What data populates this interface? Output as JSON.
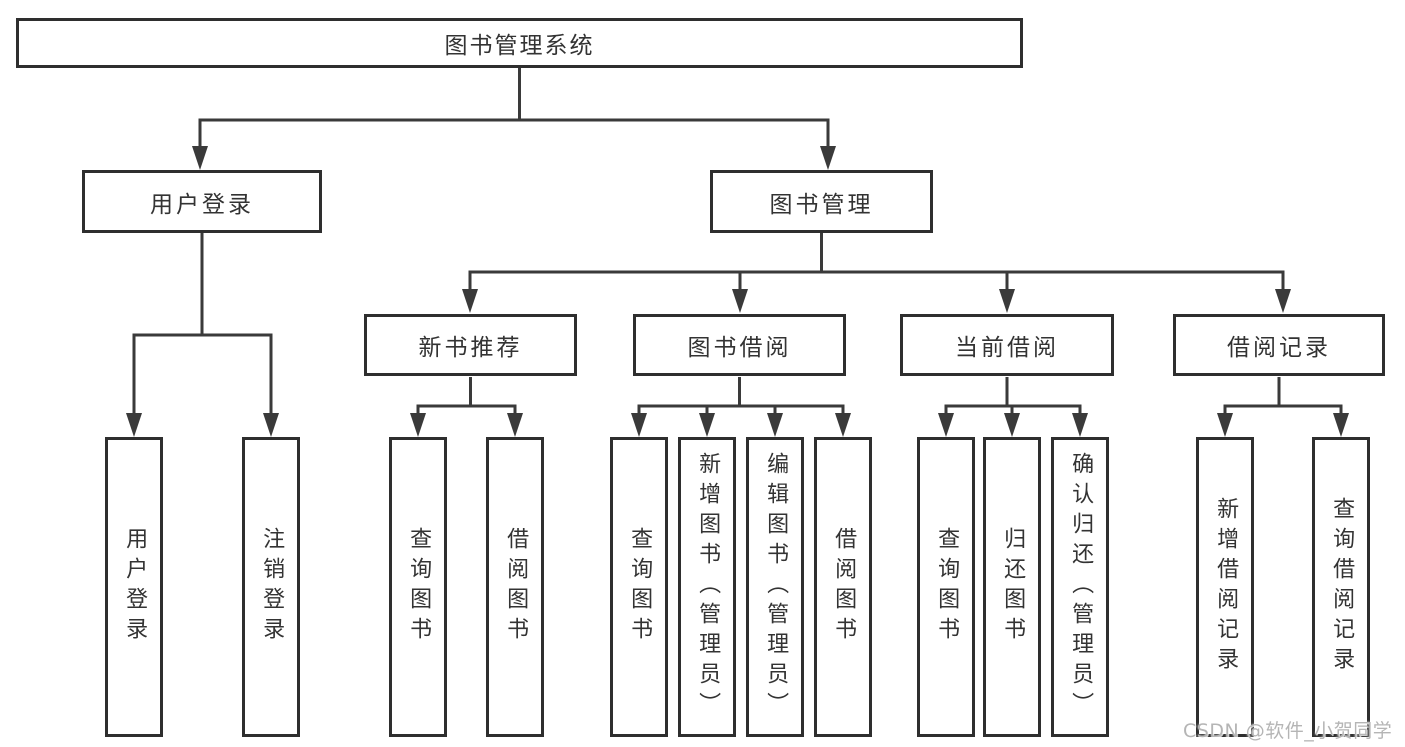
{
  "diagram": {
    "root": {
      "label": "图书管理系统"
    },
    "branches": [
      {
        "label": "用户登录",
        "children": [
          {
            "label": "用户登录"
          },
          {
            "label": "注销登录"
          }
        ]
      },
      {
        "label": "图书管理",
        "children": [
          {
            "label": "新书推荐",
            "children": [
              {
                "label": "查询图书"
              },
              {
                "label": "借阅图书"
              }
            ]
          },
          {
            "label": "图书借阅",
            "children": [
              {
                "label": "查询图书"
              },
              {
                "label": "新增图书（管理员）"
              },
              {
                "label": "编辑图书（管理员）"
              },
              {
                "label": "借阅图书"
              }
            ]
          },
          {
            "label": "当前借阅",
            "children": [
              {
                "label": "查询图书"
              },
              {
                "label": "归还图书"
              },
              {
                "label": "确认归还（管理员）"
              }
            ]
          },
          {
            "label": "借阅记录",
            "children": [
              {
                "label": "新增借阅记录"
              },
              {
                "label": "查询借阅记录"
              }
            ]
          }
        ]
      }
    ]
  },
  "watermark": {
    "text": "CSDN @软件_小贺同学"
  },
  "colors": {
    "line": "#3a3a3a",
    "box_border": "#2e2e2e",
    "box_fill": "#ffffff",
    "text": "#333333",
    "watermark": "#b5b5b5"
  }
}
